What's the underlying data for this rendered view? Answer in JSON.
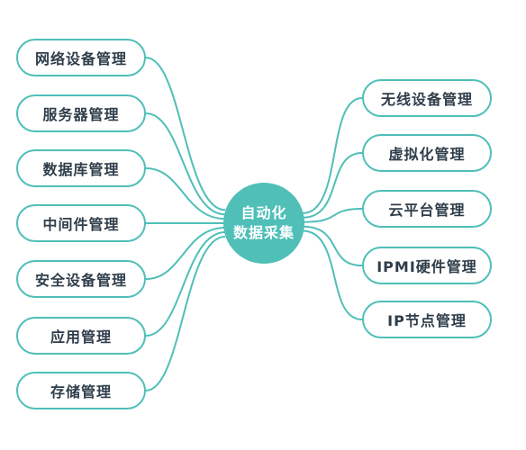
{
  "hub": {
    "line1": "自动化",
    "line2": "数据采集"
  },
  "left_nodes": [
    {
      "label": "网络设备管理"
    },
    {
      "label": "服务器管理"
    },
    {
      "label": "数据库管理"
    },
    {
      "label": "中间件管理"
    },
    {
      "label": "安全设备管理"
    },
    {
      "label": "应用管理"
    },
    {
      "label": "存储管理"
    }
  ],
  "right_nodes": [
    {
      "label": "无线设备管理"
    },
    {
      "label": "虚拟化管理"
    },
    {
      "label": "云平台管理"
    },
    {
      "label": "IPMI硬件管理"
    },
    {
      "label": "IP节点管理"
    }
  ],
  "colors": {
    "accent": "#4fbfb8",
    "text": "#2f3d4a",
    "hub_text": "#ffffff"
  }
}
